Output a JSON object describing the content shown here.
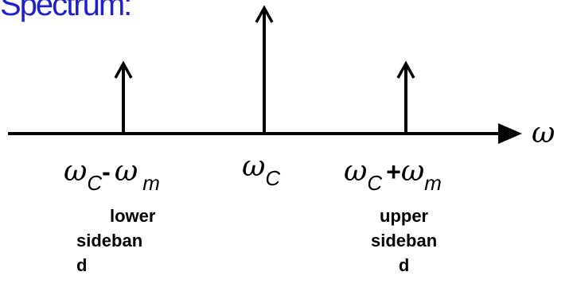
{
  "colors": {
    "title": "#1f1fd0",
    "ink": "#000000"
  },
  "title": "Spectrum:",
  "axis": {
    "symbol": "ω"
  },
  "spectral_lines": [
    {
      "name": "lower-sideband-line",
      "height": "short"
    },
    {
      "name": "carrier-line",
      "height": "tall"
    },
    {
      "name": "upper-sideband-line",
      "height": "short"
    }
  ],
  "labels": {
    "lower": {
      "omega": "ω",
      "sub_c": "C",
      "op": "-",
      "omega2": "ω",
      "sub_m": "m"
    },
    "carrier": {
      "omega": "ω",
      "sub_c": "C"
    },
    "upper": {
      "omega": "ω",
      "sub_c": "C",
      "op": "+",
      "omega2": "ω",
      "sub_m": "m"
    }
  },
  "sideband_text": {
    "lower": [
      "lower",
      "sideban",
      "d"
    ],
    "upper": [
      "upper",
      "sideban",
      "d"
    ]
  }
}
